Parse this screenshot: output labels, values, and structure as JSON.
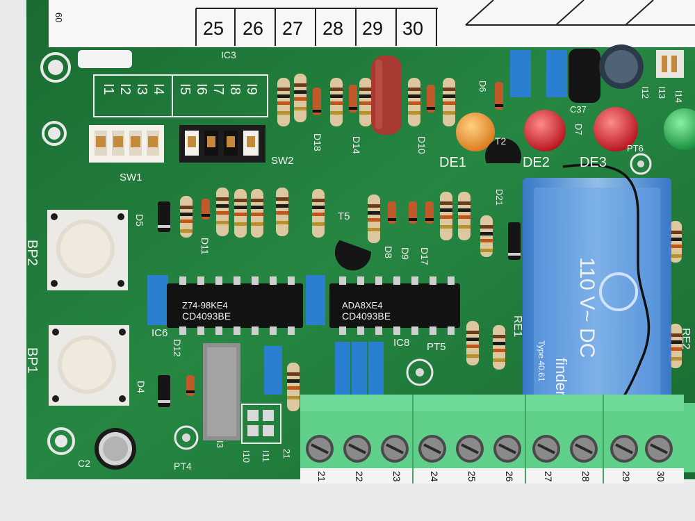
{
  "top_labels": [
    "25",
    "26",
    "27",
    "28",
    "29",
    "30"
  ],
  "top_corner_mark": "60",
  "bottom_labels": [
    "21",
    "22",
    "23",
    "24",
    "25",
    "26",
    "27",
    "28",
    "29",
    "30"
  ],
  "silk": {
    "ic3": "IC3",
    "sw1": "SW1",
    "sw2": "SW2",
    "bp2": "BP2",
    "bp1": "BP1",
    "d5": "D5",
    "d4": "D4",
    "d11": "D11",
    "d12": "D12",
    "d18": "D18",
    "d14": "D14",
    "d10": "D10",
    "d6": "D6",
    "d7": "D7",
    "d8": "D8",
    "d9": "D9",
    "d17": "D17",
    "d21": "D21",
    "t2": "T2",
    "t5": "T5",
    "de1": "DE1",
    "de2": "DE2",
    "de3": "DE3",
    "pt4": "PT4",
    "pt5": "PT5",
    "pt6": "PT6",
    "ic8": "IC8",
    "ic6": "IC6",
    "c37": "C37",
    "c2": "C2",
    "re1": "RE1",
    "re2": "RE2",
    "i10": "I10",
    "i11": "I11",
    "i12": "I12",
    "i13": "I13",
    "i14": "I14",
    "i3": "I3",
    "i21": "21"
  },
  "switch_labels_left": [
    "I1",
    "I2",
    "I3",
    "I4"
  ],
  "switch_labels_right": [
    "I5",
    "I6",
    "I7",
    "I8",
    "I9"
  ],
  "ic_left_marking": [
    "CD4093BE",
    "Z74-98KE4"
  ],
  "ic_right_marking": [
    "CD4093BE",
    "ADA8XE4"
  ],
  "relay": {
    "voltage": "110 V~ DC",
    "brand": "finder",
    "type": "Type 40.61"
  },
  "colors": {
    "pcb": "#1f7a3a",
    "silkscreen": "#f2f2f2",
    "terminal": "#5fcf8a",
    "relay": "#4f8fe0",
    "capacitor_blue": "#2a7fd0",
    "led_red": "#d42020",
    "led_orange": "#f0a020"
  }
}
